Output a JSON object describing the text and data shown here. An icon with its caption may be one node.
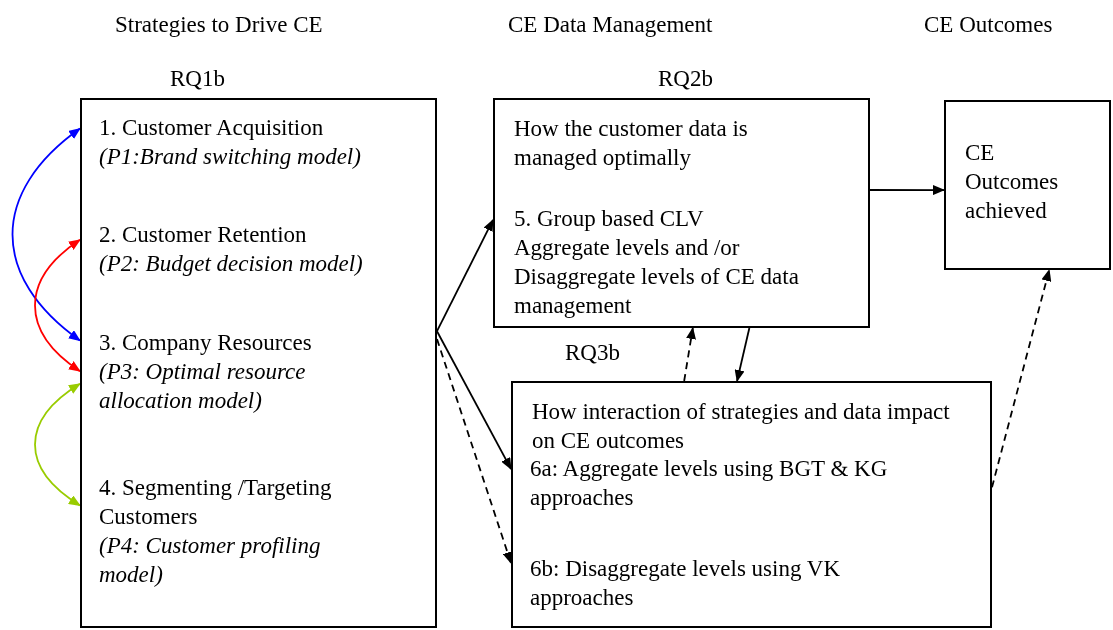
{
  "diagram": {
    "nodes": [
      {
        "text": [
          "RQ1b"
        ]
      },
      {
        "text": [
          "1. Customer Acquisition",
          "(P1:Brand switching model)"
        ],
        "in": 0
      },
      {
        "text": [
          "2. Customer Retention",
          "(P2: Budget decision model)"
        ],
        "in": 0
      },
      {
        "text": [
          "3. Company Resources",
          "(P3: Optimal resource allocation model)"
        ],
        "in": 0
      },
      {
        "text": [
          "4. Segmenting /Targeting Customers",
          "(P4: Customer profiling model)"
        ],
        "in": 0
      },
      {
        "text": [
          "RQ2b",
          "How the customer data is managed optimally",
          "5. Group based CLV",
          "Aggregate levels and /or Disaggregate levels of CE data management"
        ]
      },
      {
        "text": [
          "RQ3b",
          "How interaction of strategies and data impact on CE outcomes"
        ]
      },
      {
        "text": [
          "6a: Aggregate levels using BGT & KG approaches"
        ],
        "in": 6
      },
      {
        "text": [
          "6b: Disaggregate levels using VK approaches"
        ],
        "in": 6
      },
      {
        "text": [
          "CE Outcomes achieved"
        ]
      }
    ],
    "edges": [
      {
        "from": 1,
        "to": 3,
        "arrow": "both",
        "color": "#0000ff"
      },
      {
        "from": 2,
        "to": 3,
        "arrow": "both",
        "color": "#ff0000"
      },
      {
        "from": 3,
        "to": 4,
        "arrow": "both",
        "color": "#99cc00"
      },
      {
        "from": 0,
        "to": 5,
        "arrow": "to"
      },
      {
        "from": 0,
        "to": 7,
        "arrow": "to"
      },
      {
        "from": 0,
        "to": 8,
        "arrow": "to",
        "style": "dashed"
      },
      {
        "from": 5,
        "to": 9,
        "arrow": "to"
      },
      {
        "from": 5,
        "to": 6,
        "arrow": "to"
      },
      {
        "from": 6,
        "to": 5,
        "arrow": "to",
        "style": "dashed"
      },
      {
        "from": 6,
        "to": 9,
        "arrow": "to",
        "style": "dashed"
      }
    ],
    "labels": [
      "Strategies to Drive CE",
      "CE Data Management",
      "CE Outcomes"
    ]
  }
}
